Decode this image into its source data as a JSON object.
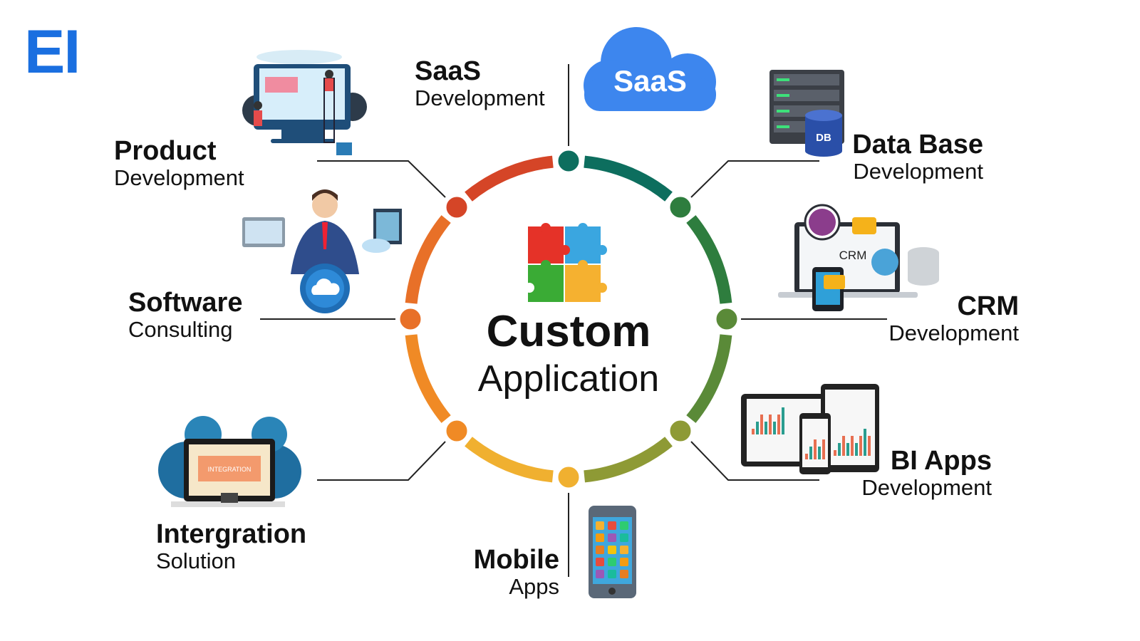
{
  "logo": {
    "text": "EI",
    "color": "#1a6fe0"
  },
  "center": {
    "title": "Custom",
    "subtitle": "Application"
  },
  "services": {
    "saas": {
      "title": "SaaS",
      "subtitle": "Development",
      "badge": "SaaS"
    },
    "product": {
      "title": "Product",
      "subtitle": "Development"
    },
    "software": {
      "title": "Software",
      "subtitle": "Consulting"
    },
    "integration": {
      "title": "Intergration",
      "subtitle": "Solution",
      "screen_text": "INTEGRATION"
    },
    "mobile": {
      "title": "Mobile",
      "subtitle": "Apps"
    },
    "database": {
      "title": "Data Base",
      "subtitle": "Development",
      "icon_text": "DB"
    },
    "crm": {
      "title": "CRM",
      "subtitle": "Development",
      "screen_text": "CRM"
    },
    "bi": {
      "title": "BI Apps",
      "subtitle": "Development"
    }
  },
  "ring_colors": [
    "#0d6e5e",
    "#2e7d3e",
    "#5a8a38",
    "#8e9a35",
    "#f0b030",
    "#f08a25",
    "#e87028",
    "#d54527"
  ],
  "puzzle_colors": [
    "#e53228",
    "#3aa6e0",
    "#3aab35",
    "#f5b130"
  ]
}
